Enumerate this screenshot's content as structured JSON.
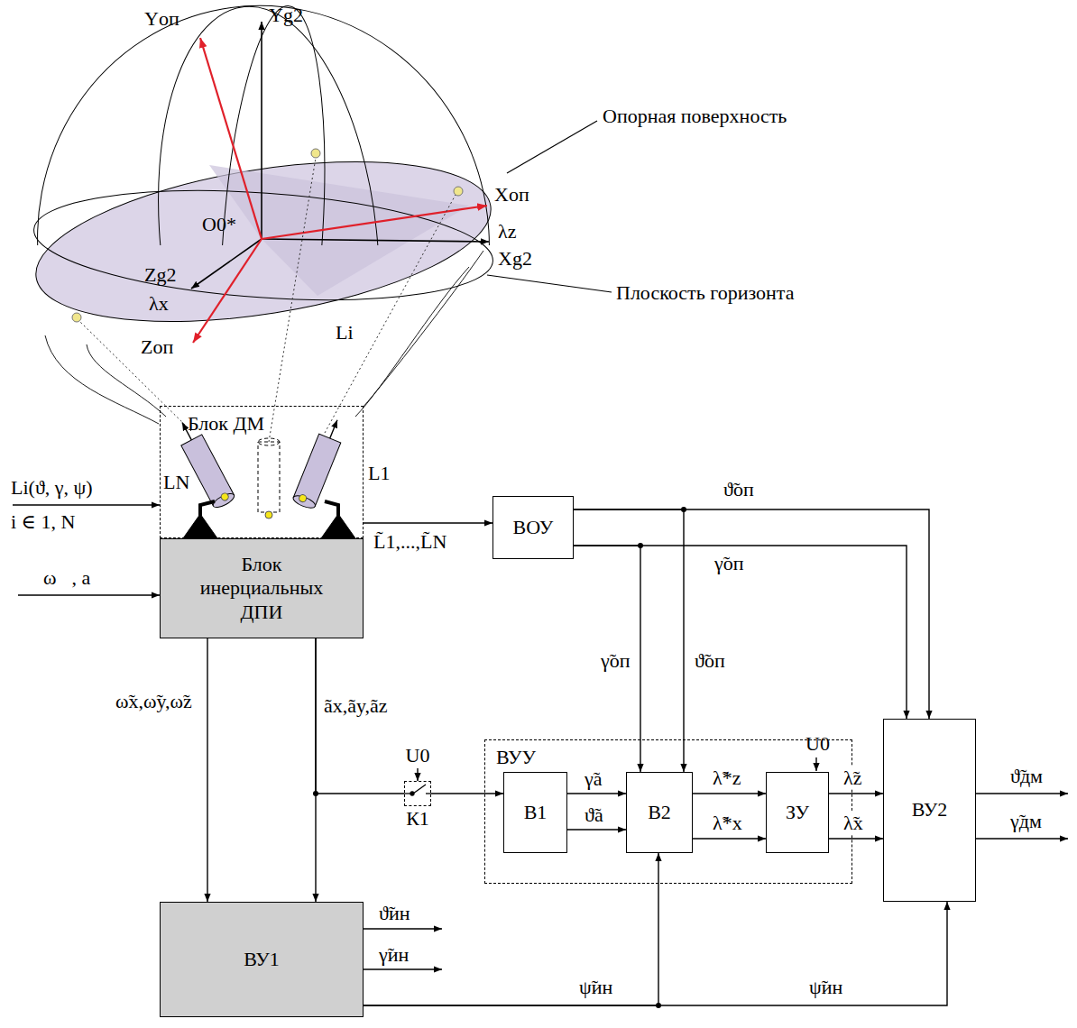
{
  "diagram": {
    "nodes": [
      {
        "text": [
          "Блок ДМ"
        ]
      },
      {
        "text": [
          "Блок инерциальных ДПИ"
        ]
      },
      {
        "text": [
          "ВОУ"
        ]
      },
      {
        "text": [
          "U0",
          "К1"
        ]
      },
      {
        "text": [
          "ВУУ"
        ]
      },
      {
        "text": [
          "В1"
        ],
        "in": 4
      },
      {
        "text": [
          "В2"
        ],
        "in": 4
      },
      {
        "text": [
          "ЗУ"
        ],
        "in": 4
      },
      {
        "text": [
          "ВУ2"
        ]
      },
      {
        "text": [
          "ВУ1"
        ]
      }
    ],
    "edges": [
      {
        "from": 0,
        "to": 2,
        "arrow": "to",
        "label": "L̃1,...,L̃N"
      },
      {
        "from": 1,
        "to": 9,
        "arrow": "to",
        "label": "ω̃x,ω̃y,ω̃z"
      },
      {
        "from": 1,
        "to": 9,
        "arrow": "to",
        "label": "ãx,ãy,ãz"
      },
      {
        "from": 1,
        "to": 3,
        "arrow": "none"
      },
      {
        "from": 3,
        "to": 5,
        "arrow": "to"
      },
      {
        "from": 5,
        "to": 6,
        "arrow": "to",
        "label": "γ̃a"
      },
      {
        "from": 5,
        "to": 6,
        "arrow": "to",
        "label": "ϑ̃a"
      },
      {
        "from": 6,
        "to": 7,
        "arrow": "to",
        "label": "λ̃*z"
      },
      {
        "from": 6,
        "to": 7,
        "arrow": "to",
        "label": "λ̃*x"
      },
      {
        "from": 7,
        "to": 8,
        "arrow": "to",
        "label": "λ̃z"
      },
      {
        "from": 7,
        "to": 8,
        "arrow": "to",
        "label": "λ̃x"
      },
      {
        "from": 2,
        "to": 8,
        "arrow": "to",
        "label": "ϑ̃оп"
      },
      {
        "from": 2,
        "to": 8,
        "arrow": "to",
        "label": "γ̃оп"
      },
      {
        "from": 2,
        "to": 6,
        "arrow": "to",
        "label": "γ̃оп"
      },
      {
        "from": 2,
        "to": 6,
        "arrow": "to",
        "label": "ϑ̃оп"
      },
      {
        "from": 9,
        "to": 6,
        "arrow": "to",
        "label": "ψ̃ин"
      },
      {
        "from": 9,
        "to": 8,
        "arrow": "to",
        "label": "ψ̃ин"
      }
    ],
    "labels": [
      "Yоп",
      "Yg2",
      "Опорная поверхность",
      "Xоп",
      "λz",
      "Xg2",
      "O0*",
      "Zg2",
      "λx",
      "Zоп",
      "Li",
      "Плоскость горизонта",
      "LN",
      "L1",
      "Li(ϑ, γ, ψ)",
      "i ∈ 1, N",
      "ω⃗, a⃗",
      "ϑ̃ин",
      "γ̃ин",
      "U0",
      "ϑ̃дм",
      "γ̃дм"
    ]
  }
}
